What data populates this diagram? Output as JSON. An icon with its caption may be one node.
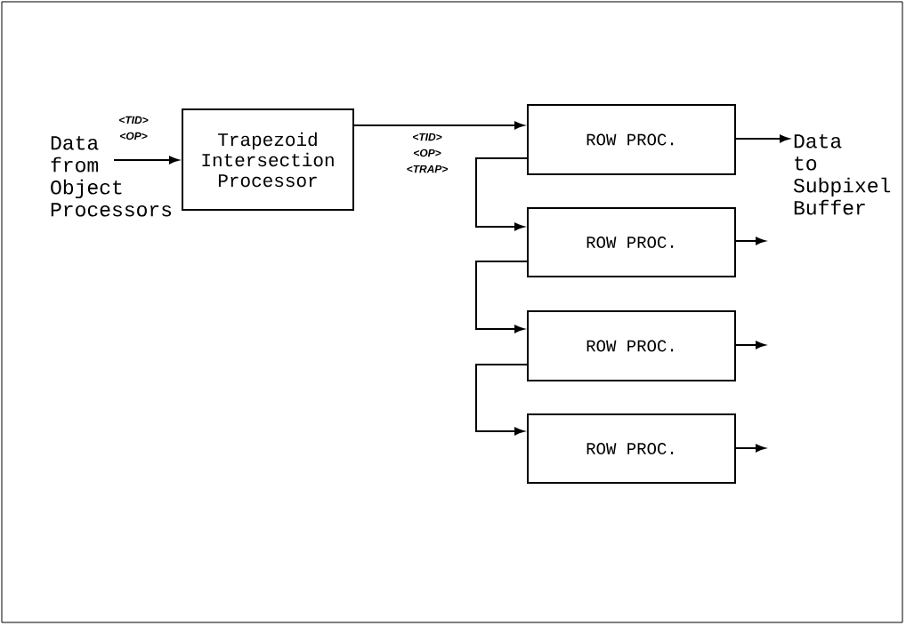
{
  "diagram": {
    "nodes": [
      {
        "text": [
          "Data from Object Processors"
        ]
      },
      {
        "text": [
          "Trapezoid Intersection Processor"
        ]
      },
      {
        "text": [
          "ROW PROC."
        ]
      },
      {
        "text": [
          "ROW PROC."
        ]
      },
      {
        "text": [
          "ROW PROC."
        ]
      },
      {
        "text": [
          "ROW PROC."
        ]
      },
      {
        "text": [
          "Data to Subpixel Buffer"
        ]
      }
    ],
    "edges": [
      {
        "from": 0,
        "to": 1,
        "arrow": "to",
        "label": "<TID> <OP>"
      },
      {
        "from": 1,
        "to": 2,
        "arrow": "to",
        "label": "<TID> <OP> <TRAP>"
      },
      {
        "from": 2,
        "to": 3,
        "arrow": "to"
      },
      {
        "from": 3,
        "to": 4,
        "arrow": "to"
      },
      {
        "from": 4,
        "to": 5,
        "arrow": "to"
      },
      {
        "from": 2,
        "to": 6,
        "arrow": "to"
      },
      {
        "from": 3,
        "to": null,
        "arrow": "to"
      },
      {
        "from": 4,
        "to": null,
        "arrow": "to"
      },
      {
        "from": 5,
        "to": null,
        "arrow": "to"
      }
    ]
  }
}
